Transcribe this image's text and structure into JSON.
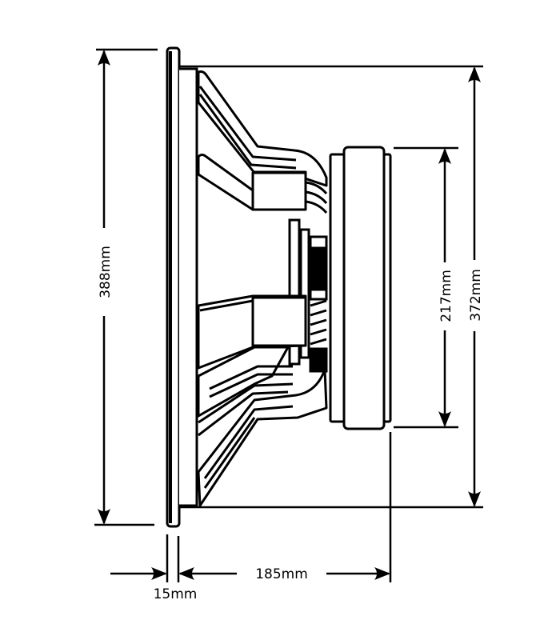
{
  "diagram": {
    "type": "technical-drawing",
    "subject": "speaker side profile",
    "line_color": "#000000",
    "background": "#ffffff"
  },
  "dimensions": {
    "overall_height": {
      "label": "388mm",
      "value": 388,
      "unit": "mm"
    },
    "basket_height": {
      "label": "372mm",
      "value": 372,
      "unit": "mm"
    },
    "magnet_diameter": {
      "label": "217mm",
      "value": 217,
      "unit": "mm"
    },
    "mounting_depth": {
      "label": "185mm",
      "value": 185,
      "unit": "mm"
    },
    "flange_thickness": {
      "label": "15mm",
      "value": 15,
      "unit": "mm"
    }
  }
}
